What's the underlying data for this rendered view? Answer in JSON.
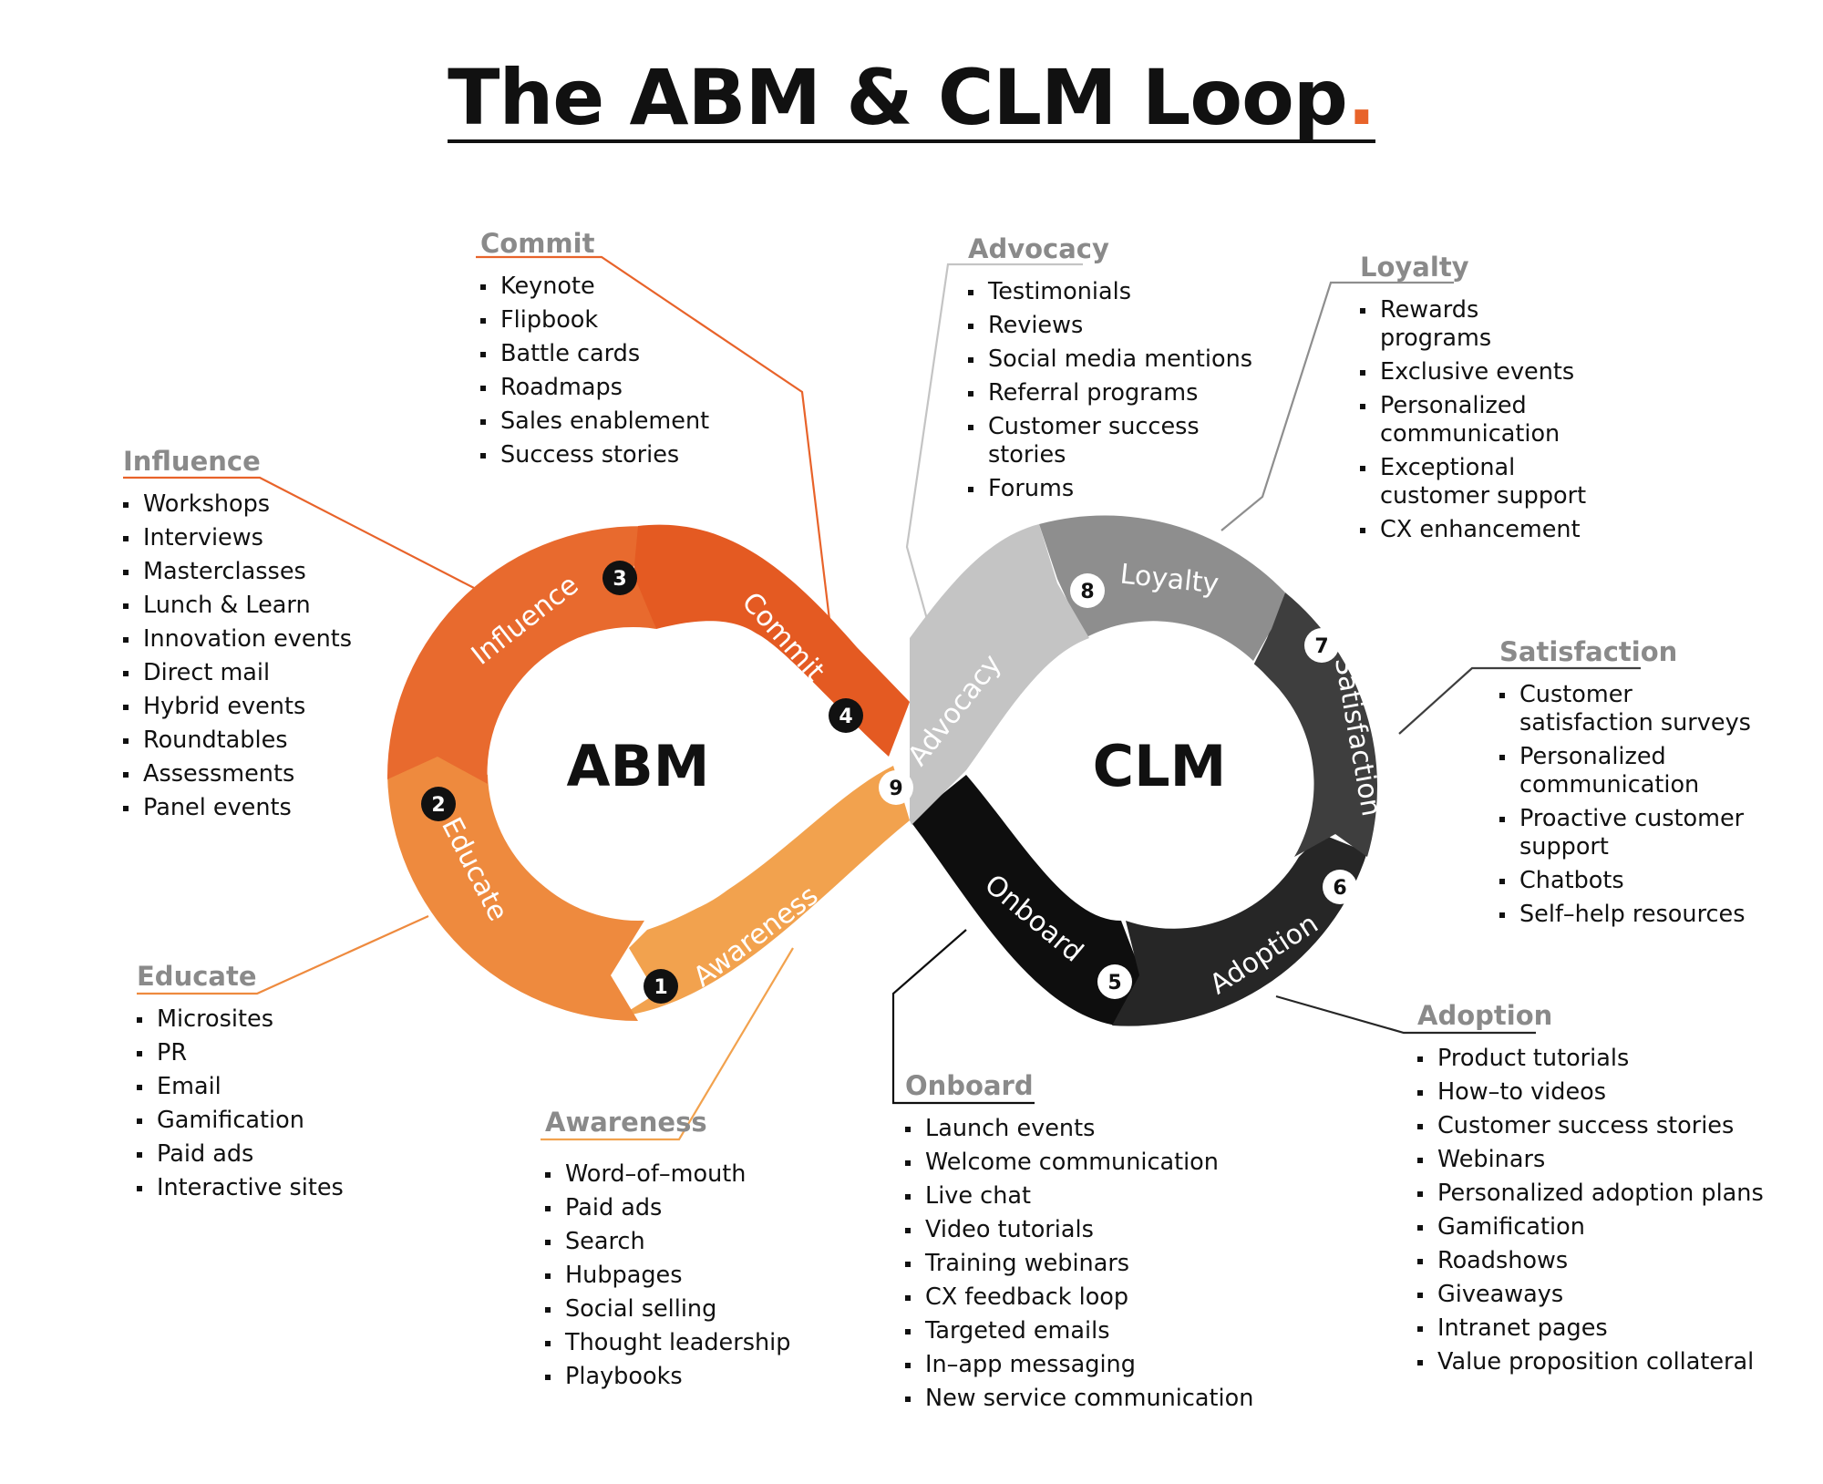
{
  "title": "The ABM & CLM Loop",
  "title_dot": ".",
  "colors": {
    "accent": "#e8632a",
    "heading_gray": "#8a8a8a",
    "awareness": "#f2a24e",
    "educate": "#ee8a3e",
    "influence": "#e86a2e",
    "commit": "#e45a22",
    "advocacy": "#c4c4c4",
    "loyalty": "#8e8e8e",
    "satisfaction": "#3e3e3e",
    "adoption": "#262626",
    "onboard": "#0e0e0e"
  },
  "loops": {
    "left": "ABM",
    "right": "CLM"
  },
  "segments": [
    {
      "number": "1",
      "label": "Awareness"
    },
    {
      "number": "2",
      "label": "Educate"
    },
    {
      "number": "3",
      "label": "Influence"
    },
    {
      "number": "4",
      "label": "Commit"
    },
    {
      "number": "5",
      "label": "Onboard"
    },
    {
      "number": "6",
      "label": "Adoption"
    },
    {
      "number": "7",
      "label": "Satisfaction"
    },
    {
      "number": "8",
      "label": "Loyalty"
    },
    {
      "number": "9",
      "label": "Advocacy"
    }
  ],
  "blocks": {
    "commit": {
      "heading": "Commit",
      "items": [
        "Keynote",
        "Flipbook",
        "Battle cards",
        "Roadmaps",
        "Sales enablement",
        "Success stories"
      ]
    },
    "influence": {
      "heading": "Influence",
      "items": [
        "Workshops",
        "Interviews",
        "Masterclasses",
        "Lunch & Learn",
        "Innovation events",
        "Direct mail",
        "Hybrid events",
        "Roundtables",
        "Assessments",
        "Panel events"
      ]
    },
    "educate": {
      "heading": "Educate",
      "items": [
        "Microsites",
        "PR",
        "Email",
        "Gamification",
        "Paid ads",
        "Interactive sites"
      ]
    },
    "awareness": {
      "heading": "Awareness",
      "items": [
        "Word–of–mouth",
        "Paid ads",
        "Search",
        "Hubpages",
        "Social selling",
        "Thought leadership",
        "Playbooks"
      ]
    },
    "advocacy": {
      "heading": "Advocacy",
      "items": [
        "Testimonials",
        "Reviews",
        "Social media mentions",
        "Referral programs",
        "Customer success stories",
        "Forums"
      ]
    },
    "loyalty": {
      "heading": "Loyalty",
      "items": [
        "Rewards programs",
        "Exclusive events",
        "Personalized communication",
        "Exceptional customer support",
        "CX enhancement"
      ]
    },
    "satisfaction": {
      "heading": "Satisfaction",
      "items": [
        "Customer satisfaction surveys",
        "Personalized communication",
        "Proactive customer support",
        "Chatbots",
        "Self–help resources"
      ]
    },
    "onboard": {
      "heading": "Onboard",
      "items": [
        "Launch events",
        "Welcome communication",
        "Live chat",
        "Video tutorials",
        "Training webinars",
        "CX feedback loop",
        "Targeted emails",
        "In–app messaging",
        "New service communication"
      ]
    },
    "adoption": {
      "heading": "Adoption",
      "items": [
        "Product tutorials",
        "How–to videos",
        "Customer success stories",
        "Webinars",
        "Personalized adoption plans",
        "Gamification",
        "Roadshows",
        "Giveaways",
        "Intranet pages",
        "Value proposition collateral"
      ]
    }
  }
}
